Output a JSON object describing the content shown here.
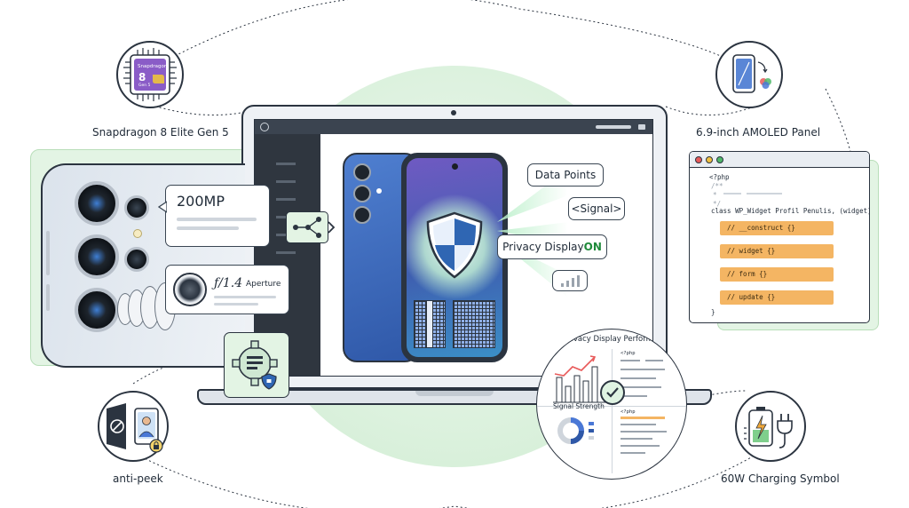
{
  "labels": {
    "chip": "Snapdragon 8 Elite Gen 5",
    "panel": "6.9-inch AMOLED Panel",
    "antipeek": "anti-peek",
    "charging": "60W Charging Symbol"
  },
  "chip": {
    "brand": "Snapdragon",
    "model": "8",
    "gen": "Gen 5"
  },
  "camera": {
    "megapixel": "200MP",
    "aperture_f": "ƒ/1.4",
    "aperture_word": "Aperture"
  },
  "phone_callouts": {
    "data_points": "Data Points",
    "signal": "<Signal>",
    "privacy_prefix": "Privacy Display ",
    "privacy_state": "ON"
  },
  "performance": {
    "title": "Privacy Display Performance",
    "signal_strength": "Signal Strength",
    "php_tag": "<?php",
    "php_tag2": "<?php"
  },
  "code": {
    "line1": "<?php",
    "line2": "/**",
    "line3": "*",
    "line4": "*/",
    "class_line": "class WP_Widget Profil Penulis, (widget) {",
    "construct": "// __construct {}",
    "widget": "// widget {}",
    "form": "// form {}",
    "update": "// update {}",
    "close": "}"
  },
  "icons": {
    "chip": "cpu-chip-icon",
    "panel": "smartphone-rotate-icon",
    "antipeek": "privacy-screen-icon",
    "charging": "battery-charging-icon",
    "network": "network-nodes-icon",
    "settings": "gear-shield-icon",
    "shield": "shield-icon",
    "check": "check-icon"
  },
  "colors": {
    "green_bg": "#e3f4e4",
    "phone_blue": "#3f67b8",
    "shield_blue": "#2f66b3",
    "code_orange": "#f4b563",
    "on_green": "#1f8a3a",
    "outline": "#2b3440"
  }
}
